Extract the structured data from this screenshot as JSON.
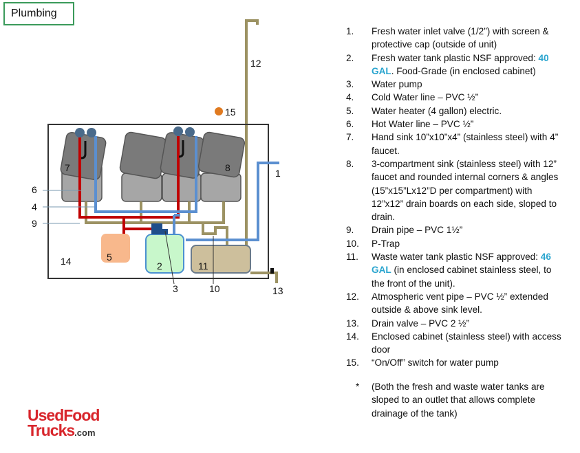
{
  "title": "Plumbing",
  "labels": {
    "l1": "1",
    "l2": "2",
    "l3": "3",
    "l4": "4",
    "l5": "5",
    "l6": "6",
    "l7": "7",
    "l8": "8",
    "l9": "9",
    "l10": "10",
    "l11": "11",
    "l12": "12",
    "l13": "13",
    "l14": "14",
    "l15": "15"
  },
  "legend": [
    {
      "n": "1.",
      "text": "Fresh water inlet valve (1/2”) with screen & protective cap (outside of unit)"
    },
    {
      "n": "2.",
      "pre": "Fresh water tank plastic NSF approved: ",
      "hl": "40 GAL",
      "post": ". Food-Grade (in enclosed cabinet)"
    },
    {
      "n": "3.",
      "text": "Water pump"
    },
    {
      "n": "4.",
      "text": "Cold Water line – PVC ½”"
    },
    {
      "n": "5.",
      "text": "Water heater (4 gallon) electric."
    },
    {
      "n": "6.",
      "text": "Hot Water line – PVC ½”"
    },
    {
      "n": "7.",
      "text": "Hand sink 10”x10”x4” (stainless steel) with 4” faucet."
    },
    {
      "n": "8.",
      "text": "3-compartment sink (stainless steel) with 12” faucet and rounded internal corners & angles (15”x15”Lx12”D per compartment) with  12”x12” drain boards on each side, sloped to drain."
    },
    {
      "n": "9.",
      "text": "Drain pipe – PVC 1½”"
    },
    {
      "n": "10.",
      "text": "P-Trap"
    },
    {
      "n": "11.",
      "pre": "Waste water tank plastic NSF approved: ",
      "hl": "46 GAL",
      "post": " (in enclosed cabinet stainless steel, to the front of the unit)."
    },
    {
      "n": "12.",
      "text": "Atmospheric vent pipe – PVC ½” extended outside & above sink level."
    },
    {
      "n": "13.",
      "text": "Drain valve – PVC 2 ½”"
    },
    {
      "n": "14.",
      "text": "Enclosed cabinet (stainless steel) with access door"
    },
    {
      "n": "15.",
      "text": "“On/Off” switch for water pump"
    }
  ],
  "note": {
    "n": "*",
    "text": "(Both the fresh and waste water tanks are sloped to an outlet that allows complete drainage of the tank)"
  },
  "logo": {
    "line1": "UsedFood",
    "line2": "Trucks",
    ".com": ".com",
    "suffix": ".com"
  },
  "colors": {
    "hot": "#c00000",
    "cold": "#5b8fd0",
    "drain": "#9c9263",
    "accent": "#2aa5cf"
  }
}
